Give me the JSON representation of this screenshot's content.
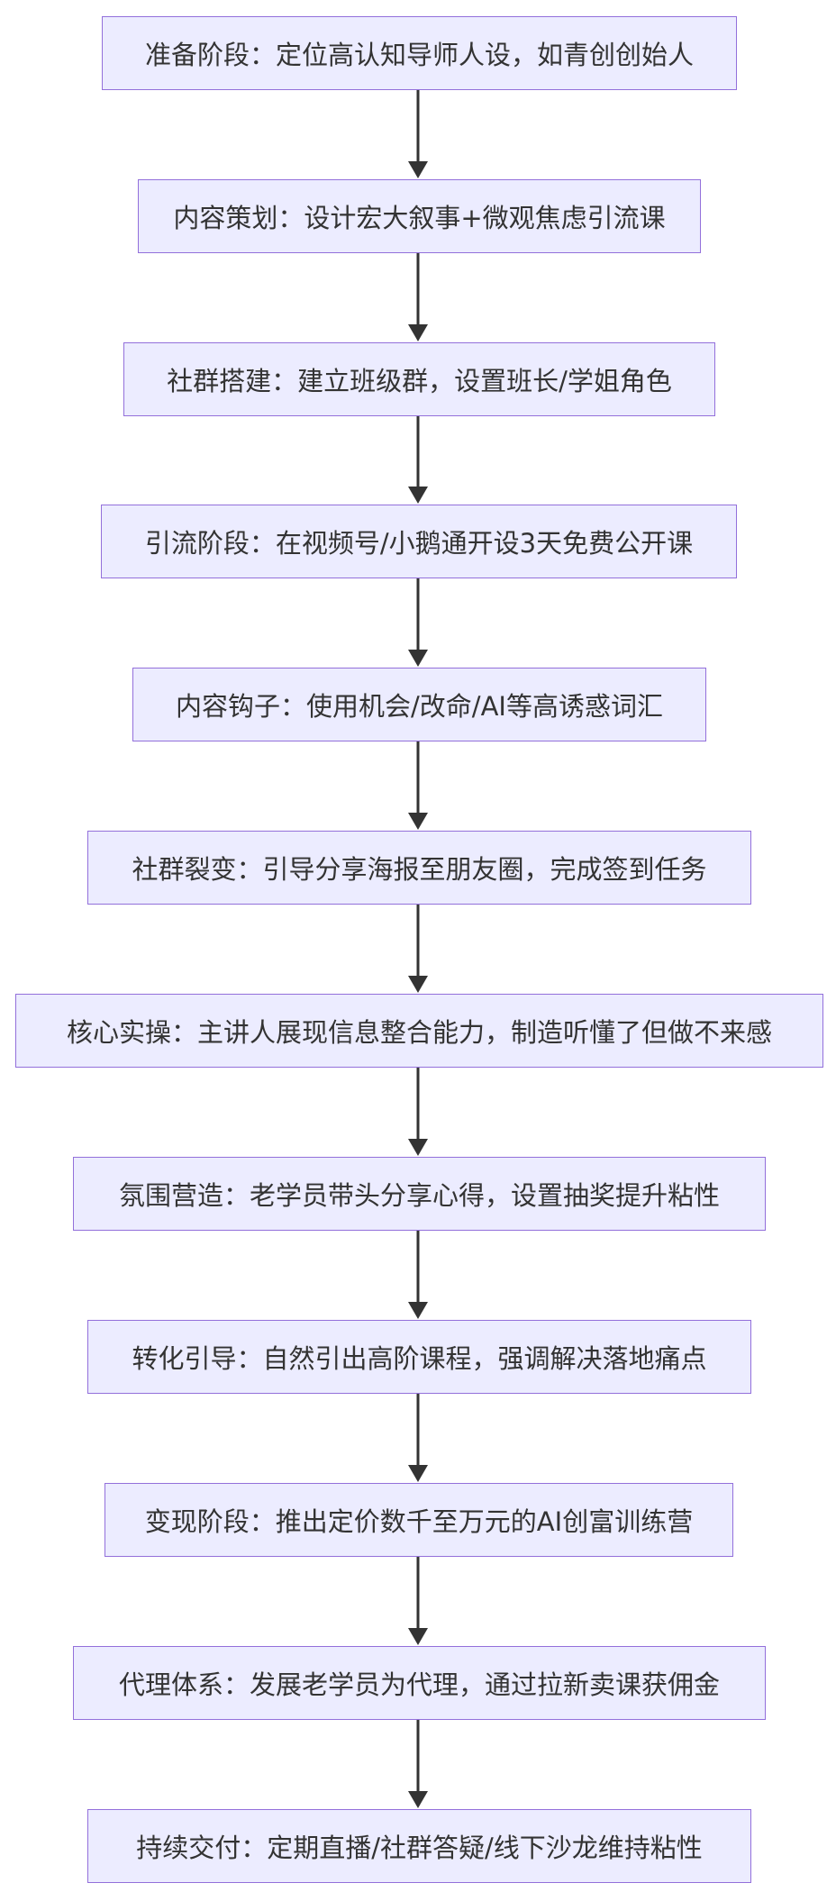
{
  "diagram": {
    "type": "flowchart",
    "direction": "top-to-bottom",
    "colors": {
      "node_fill": "#ececff",
      "node_border": "#9370db",
      "text": "#333333",
      "edge": "#333333"
    },
    "nodes": [
      {
        "id": "n1",
        "label": "准备阶段：定位高认知导师人设，如青创创始人"
      },
      {
        "id": "n2",
        "label": "内容策划：设计宏大叙事+微观焦虑引流课"
      },
      {
        "id": "n3",
        "label": "社群搭建：建立班级群，设置班长/学姐角色"
      },
      {
        "id": "n4",
        "label": "引流阶段：在视频号/小鹅通开设3天免费公开课"
      },
      {
        "id": "n5",
        "label": "内容钩子：使用机会/改命/AI等高诱惑词汇"
      },
      {
        "id": "n6",
        "label": "社群裂变：引导分享海报至朋友圈，完成签到任务"
      },
      {
        "id": "n7",
        "label": "核心实操：主讲人展现信息整合能力，制造听懂了但做不来感"
      },
      {
        "id": "n8",
        "label": "氛围营造：老学员带头分享心得，设置抽奖提升粘性"
      },
      {
        "id": "n9",
        "label": "转化引导：自然引出高阶课程，强调解决落地痛点"
      },
      {
        "id": "n10",
        "label": "变现阶段：推出定价数千至万元的AI创富训练营"
      },
      {
        "id": "n11",
        "label": "代理体系：发展老学员为代理，通过拉新卖课获佣金"
      },
      {
        "id": "n12",
        "label": "持续交付：定期直播/社群答疑/线下沙龙维持粘性"
      }
    ],
    "edges": [
      {
        "from": "n1",
        "to": "n2"
      },
      {
        "from": "n2",
        "to": "n3"
      },
      {
        "from": "n3",
        "to": "n4"
      },
      {
        "from": "n4",
        "to": "n5"
      },
      {
        "from": "n5",
        "to": "n6"
      },
      {
        "from": "n6",
        "to": "n7"
      },
      {
        "from": "n7",
        "to": "n8"
      },
      {
        "from": "n8",
        "to": "n9"
      },
      {
        "from": "n9",
        "to": "n10"
      },
      {
        "from": "n10",
        "to": "n11"
      },
      {
        "from": "n11",
        "to": "n12"
      }
    ]
  }
}
